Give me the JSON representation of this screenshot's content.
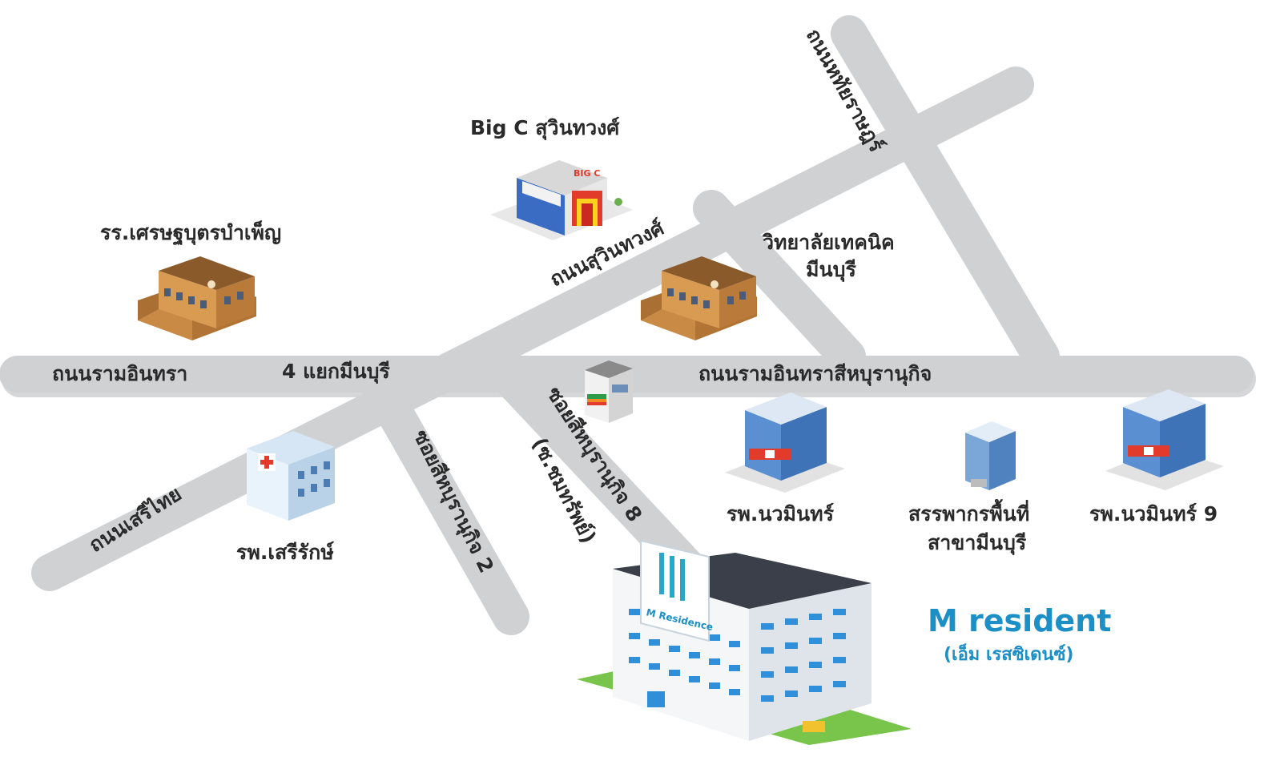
{
  "roads": {
    "ramintra": "ถนนรามอินทรา",
    "junction": "4 แยกมีนบุรี",
    "ramintra_sihaburanukit": "ถนนรามอินทราสีหบุรานุกิจ",
    "suwinthawong": "ถนนสุวินทวงศ์",
    "haruthai_rat": "ถนนหทัยราษฎร์",
    "seri_thai": "ถนนเสรีไทย",
    "soi_2": "ซอยสีหบุรานุกิจ 2",
    "soi_8": "ซอยสีหบุรานุกิจ 8",
    "soi_8_alt": "(ซ.ชมทรัพย์)"
  },
  "places": {
    "big_c": "Big C สุวินทวงศ์",
    "school": "รร.เศรษฐบุตรบำเพ็ญ",
    "tech_college_1": "วิทยาลัยเทคนิค",
    "tech_college_2": "มีนบุรี",
    "seri_rak_hospital": "รพ.เสรีรักษ์",
    "nawamin_hospital": "รพ.นวมินทร์",
    "revenue_office_1": "สรรพากรพื้นที่",
    "revenue_office_2": "สาขามีนบุรี",
    "nawamin9_hospital": "รพ.นวมินทร์ 9",
    "big_c_sign": "BIG C",
    "building_sign": "M Residence"
  },
  "brand": {
    "title": "M resident",
    "subtitle": "(เอ็ม เรสซิเดนซ์)",
    "color": "#1b8fc6"
  }
}
